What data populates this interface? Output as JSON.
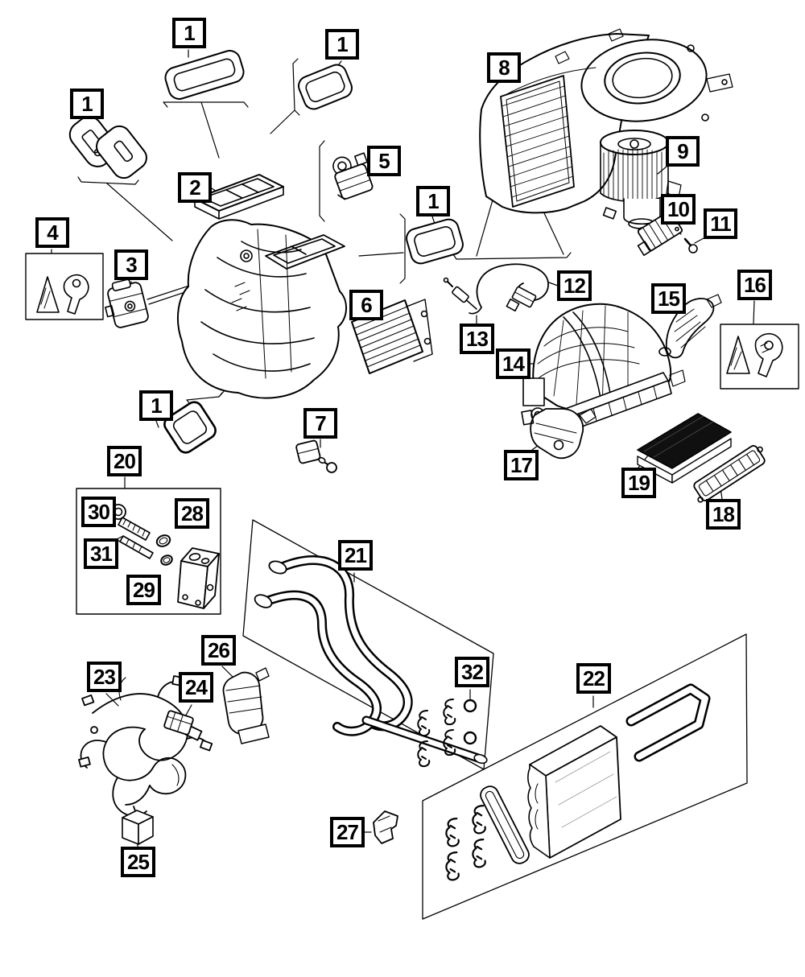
{
  "figure": {
    "type": "exploded-parts-diagram",
    "subject": "HVAC heater and air-conditioning unit",
    "palette": {
      "ink": "#000000",
      "paper": "#ffffff"
    }
  },
  "callouts": {
    "b1a": "1",
    "b1b": "1",
    "b1c": "1",
    "b1d": "1",
    "b1e": "1",
    "b2": "2",
    "b3": "3",
    "b4": "4",
    "b5": "5",
    "b6": "6",
    "b7": "7",
    "b8": "8",
    "b9": "9",
    "b10": "10",
    "b11": "11",
    "b12": "12",
    "b13": "13",
    "b14": "14",
    "b15": "15",
    "b16": "16",
    "b17": "17",
    "b18": "18",
    "b19": "19",
    "b20": "20",
    "b21": "21",
    "b22": "22",
    "b23": "23",
    "b24": "24",
    "b25": "25",
    "b26": "26",
    "b27": "27",
    "b28": "28",
    "b29": "29",
    "b30": "30",
    "b31": "31",
    "b32": "32"
  }
}
